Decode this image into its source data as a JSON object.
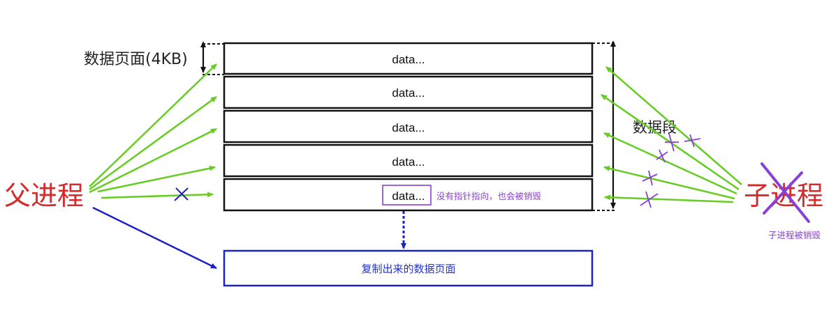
{
  "colors": {
    "page_border": "#111111",
    "pointer_arrow": "#66cc22",
    "copy_arrow": "#1a22c0",
    "parent_label": "#d42a2a",
    "cross_mark": "#8a3fd6",
    "note_text": "#8a3fd6",
    "copy_text": "#2233cc"
  },
  "page_size_label": "数据页面(4KB)",
  "segment_label": "数据段",
  "pages": [
    {
      "label": "data..."
    },
    {
      "label": "data..."
    },
    {
      "label": "data..."
    },
    {
      "label": "data..."
    },
    {
      "label": "data...",
      "highlighted": true,
      "note": "没有指针指向，也会被销毁"
    }
  ],
  "parent_process": {
    "label": "父进程"
  },
  "child_process": {
    "label": "子进程",
    "destroyed": true,
    "destroyed_note": "子进程被销毁"
  },
  "copied_page": {
    "label": "复制出来的数据页面"
  }
}
